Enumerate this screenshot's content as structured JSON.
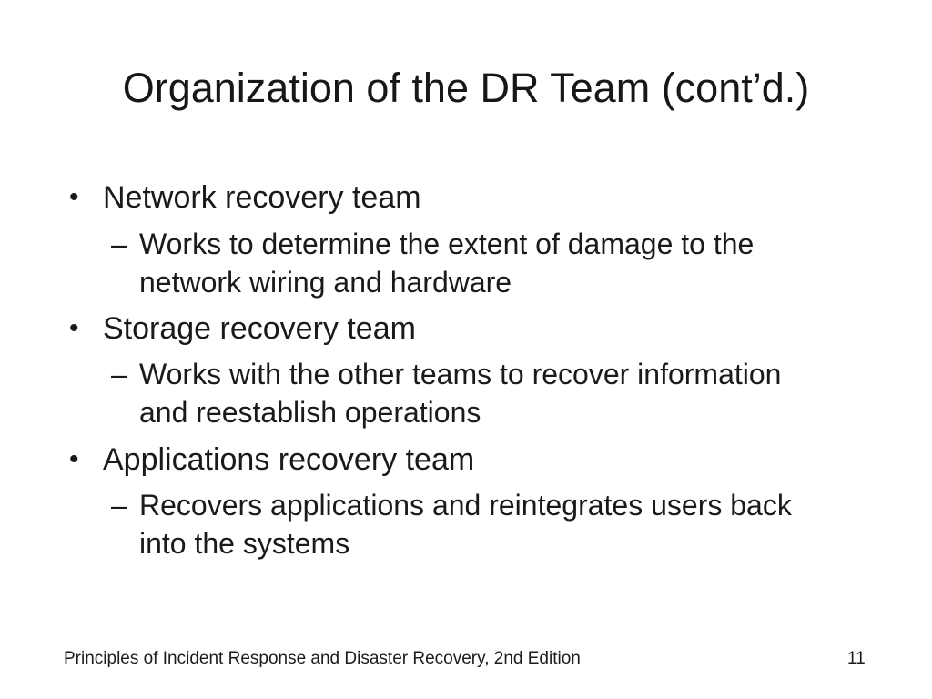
{
  "slide": {
    "title": "Organization of the DR Team (cont’d.)",
    "markers": {
      "level1": "•",
      "level2": "–"
    },
    "bullets": [
      {
        "label": "Network recovery team",
        "sub": "Works to determine the extent of damage to the\nnetwork wiring and hardware"
      },
      {
        "label": "Storage recovery team",
        "sub": "Works with the other teams to recover information\nand reestablish operations"
      },
      {
        "label": "Applications recovery team",
        "sub": "Recovers applications and reintegrates users back\ninto the systems"
      }
    ],
    "footer": {
      "text": "Principles of Incident Response and Disaster Recovery, 2nd Edition",
      "page_number": "11"
    },
    "colors": {
      "background": "#ffffff",
      "text": "#1a1a1a"
    }
  }
}
